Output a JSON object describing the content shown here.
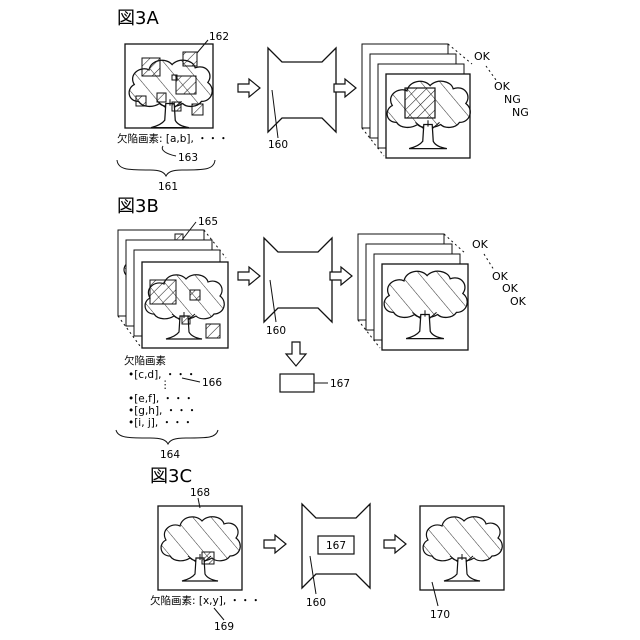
{
  "figures": {
    "a": {
      "title": "図3A",
      "ref_162": "162",
      "ref_160": "160",
      "ref_163": "163",
      "ref_161": "161",
      "defect_text": "欠陥画素: [a,b], ・・・",
      "results": [
        "OK",
        "OK",
        "NG",
        "NG"
      ]
    },
    "b": {
      "title": "図3B",
      "ref_165": "165",
      "ref_160": "160",
      "ref_166": "166",
      "ref_167": "167",
      "ref_164": "164",
      "defect_heading": "欠陥画素",
      "defect_rows": [
        "•[c,d], ・・・",
        "•[e,f], ・・・",
        "•[g,h], ・・・",
        "•[i, j], ・・・"
      ],
      "results": [
        "OK",
        "OK",
        "OK",
        "OK"
      ]
    },
    "c": {
      "title": "図3C",
      "ref_168": "168",
      "ref_160": "160",
      "ref_167": "167",
      "ref_169": "169",
      "ref_170": "170",
      "defect_text": "欠陥画素: [x,y], ・・・"
    }
  }
}
